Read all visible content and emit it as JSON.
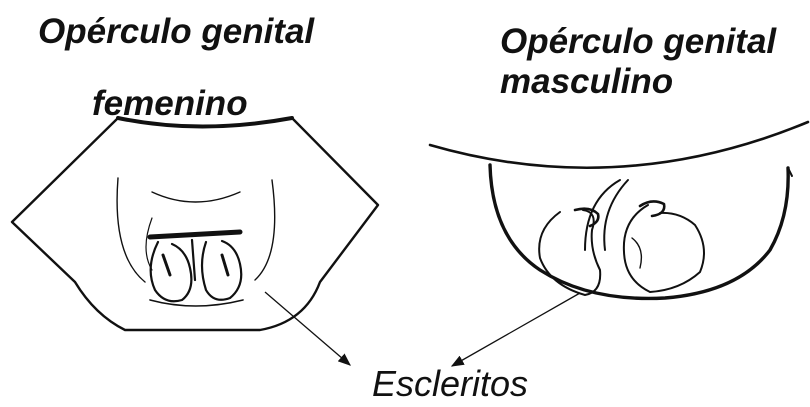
{
  "labels": {
    "female_title_line1": "Opérculo genital",
    "female_title_line2": "femenino",
    "male_title_line1": "Opérculo genital",
    "male_title_line2": "masculino",
    "sclerites": "Escleritos"
  },
  "colors": {
    "ink": "#111111",
    "background": "#ffffff"
  }
}
